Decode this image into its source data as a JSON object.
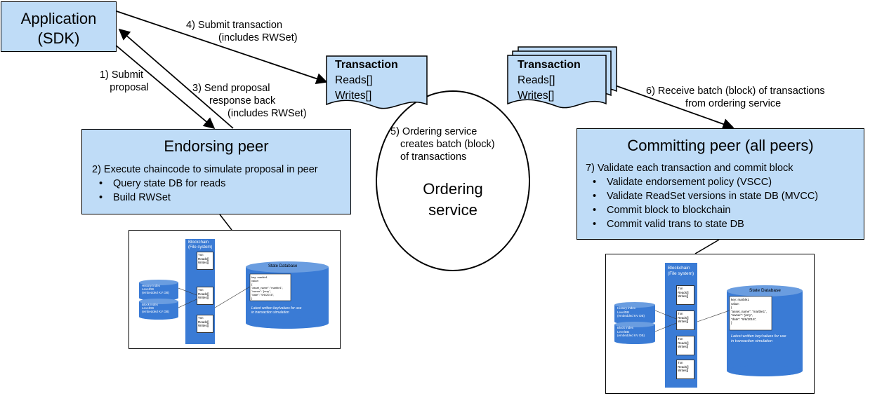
{
  "app": {
    "line1": "Application",
    "line2": "(SDK)"
  },
  "steps": {
    "s1_line1": "1) Submit",
    "s1_line2": "proposal",
    "s3_line1": "3) Send proposal",
    "s3_line2": "response back",
    "s3_line3": "(includes RWSet)",
    "s4_line1": "4) Submit transaction",
    "s4_line2": "(includes RWSet)",
    "s5_line1": "5) Ordering service",
    "s5_line2": "creates batch (block)",
    "s5_line3": "of transactions",
    "s6_line1": "6) Receive batch (block) of transactions",
    "s6_line2": "from ordering service"
  },
  "tx_left": {
    "title": "Transaction",
    "reads": "Reads[]",
    "writes": "Writes[]"
  },
  "tx_right": {
    "title": "Transaction",
    "reads": "Reads[]",
    "writes": "Writes[]"
  },
  "ordering": {
    "line1": "Ordering",
    "line2": "service"
  },
  "endorsing": {
    "title": "Endorsing peer",
    "step": "2) Execute chaincode to simulate proposal in peer",
    "bullets": [
      "Query state DB for reads",
      "Build RWSet"
    ]
  },
  "committing": {
    "title": "Committing peer (all peers)",
    "step": "7) Validate each transaction and commit block",
    "bullets": [
      "Validate endorsement policy (VSCC)",
      "Validate ReadSet versions in state DB (MVCC)",
      "Commit block to blockchain",
      "Commit valid trans to state DB"
    ]
  },
  "ledger": {
    "blockchain_l1": "Blockchain",
    "blockchain_l2": "(File system)",
    "state_db": "State Database",
    "history_l1": "History index",
    "history_l2": "LevelDB",
    "history_l3": "(embedded KV DB)",
    "block_l1": "Block index",
    "block_l2": "LevelDB",
    "block_l3": "(embedded KV DB)",
    "tx_l1": "Txn",
    "tx_l2": "Reads[]",
    "tx_l3": "Writes[]",
    "key": "key: marble1",
    "value": "value:",
    "brace_open": "{",
    "json1": "\"asset_name\": \"marble1\",",
    "json2": "\"owner\": \"jerry\",",
    "json3": "\"date\": \"9/6/2016\",",
    "brace_close": "}",
    "caption_l1": "Latest written key/values for use",
    "caption_l2": "in transaction simulation"
  },
  "colors": {
    "box_fill": "#bfdcf7",
    "db_blue": "#3a7bd5",
    "stroke": "#000000"
  }
}
